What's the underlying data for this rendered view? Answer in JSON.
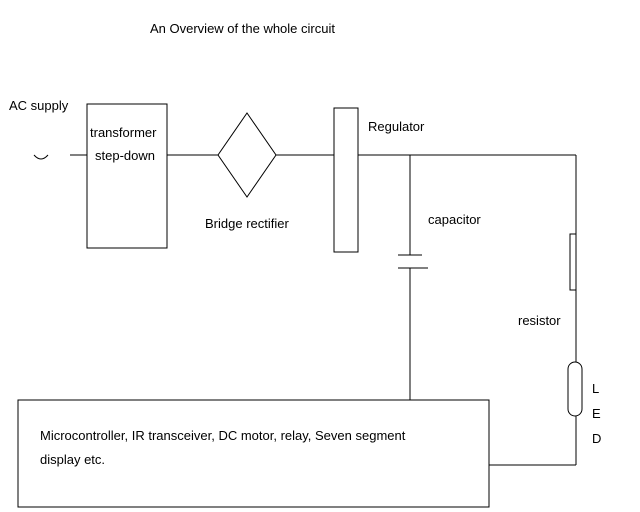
{
  "title": "An Overview of the whole circuit",
  "labels": {
    "ac_supply": "AC supply",
    "transformer_line1": "transformer",
    "transformer_line2": "step-down",
    "bridge_rectifier": "Bridge rectifier",
    "regulator": "Regulator",
    "capacitor": "capacitor",
    "resistor": "resistor",
    "led_l": "L",
    "led_e": "E",
    "led_d": "D",
    "load_line1": "Microcontroller, IR transceiver, DC motor, relay, Seven segment",
    "load_line2": "display etc."
  },
  "colors": {
    "stroke": "#000000",
    "background": "#ffffff"
  }
}
